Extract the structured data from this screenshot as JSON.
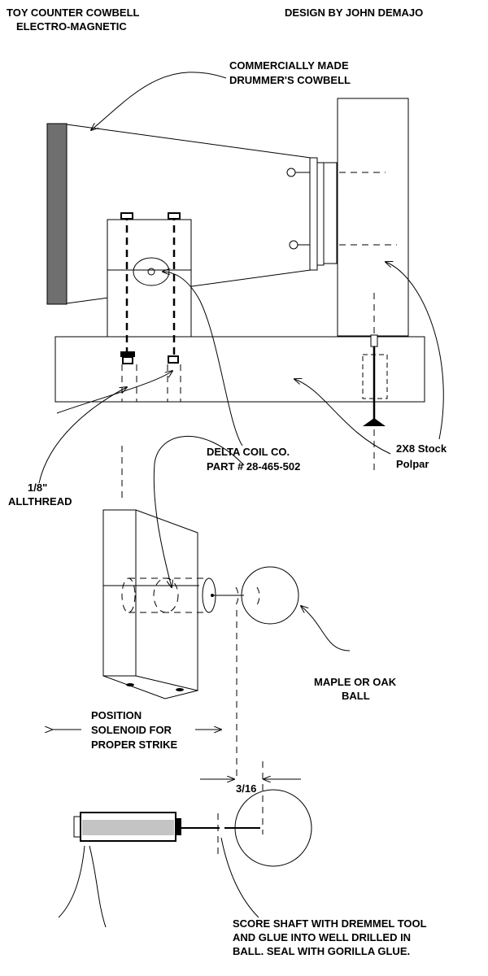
{
  "title": {
    "line1": "TOY COUNTER COWBELL",
    "line2": "ELECTRO-MAGNETIC"
  },
  "credit": "DESIGN BY JOHN DEMAJO",
  "labels": {
    "cowbell": [
      "COMMERCIALLY MADE",
      "DRUMMER'S COWBELL"
    ],
    "coil": [
      "DELTA COIL CO.",
      "PART # 28-465-502"
    ],
    "allthread": [
      "1/8\"",
      "ALLTHREAD"
    ],
    "stock": [
      "2X8 Stock",
      "Polpar"
    ],
    "ball": [
      "MAPLE OR OAK",
      "BALL"
    ],
    "position": [
      "POSITION",
      "SOLENOID FOR",
      "PROPER STRIKE"
    ],
    "gap": "3/16",
    "score": [
      "SCORE SHAFT WITH DREMMEL TOOL",
      "AND GLUE INTO WELL DRILLED IN",
      "BALL. SEAL WITH GORILLA GLUE."
    ]
  },
  "colors": {
    "ink": "#000000",
    "cowbell_gray": "#6f6f6f",
    "solenoid_gray": "#c4c4c4"
  }
}
